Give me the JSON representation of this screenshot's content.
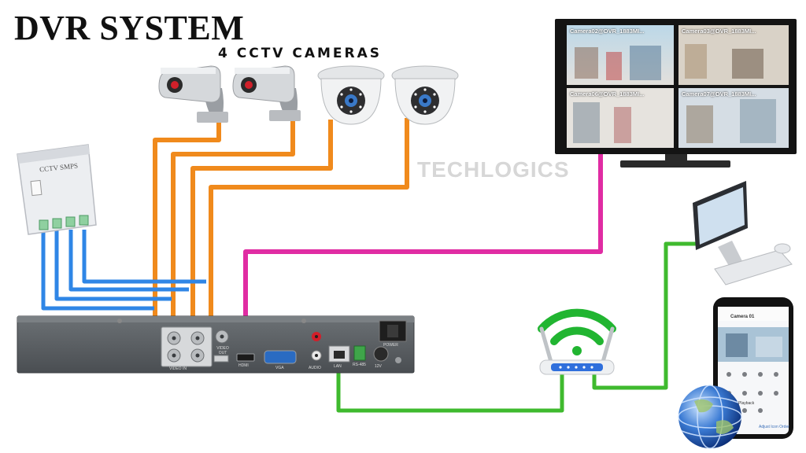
{
  "header": {
    "title": "DVR SYSTEM",
    "subtitle": "4 CCTV CAMERAS",
    "watermark": "TECHLOGICS"
  },
  "power_supply": {
    "label": "CCTV SMPS"
  },
  "dvr": {
    "ports": {
      "video_out": "VIDEO OUT",
      "video_in": "VIDEO IN",
      "hdmi": "HDMI",
      "vga": "VGA",
      "audio": "AUDIO",
      "lan": "LAN",
      "rs485": "RS-485",
      "power": "POWER",
      "dc": "12V"
    }
  },
  "monitor": {
    "feeds": [
      {
        "label": "Camera02@DVR_1883MI..."
      },
      {
        "label": "Camera03@DVR_1883MI..."
      },
      {
        "label": "Camera06@DVR_1883MI..."
      },
      {
        "label": "Camera07@DVR_1883MI..."
      }
    ]
  },
  "phone": {
    "app_title": "Camera 01",
    "playback": "Playback",
    "footer": "Adjust Icon Order"
  },
  "colors": {
    "video_cable": "#f08a1c",
    "power_cable": "#2f86e6",
    "hdmi_cable": "#e02ca3",
    "network_cable": "#3fba2e",
    "wifi": "#21b531",
    "dvr_body": "#5b5f63"
  },
  "icons": [
    "bullet-camera-icon",
    "dome-camera-icon",
    "router-icon",
    "wifi-icon",
    "globe-icon",
    "monitor-icon",
    "computer-icon",
    "smartphone-icon",
    "power-supply-icon"
  ]
}
